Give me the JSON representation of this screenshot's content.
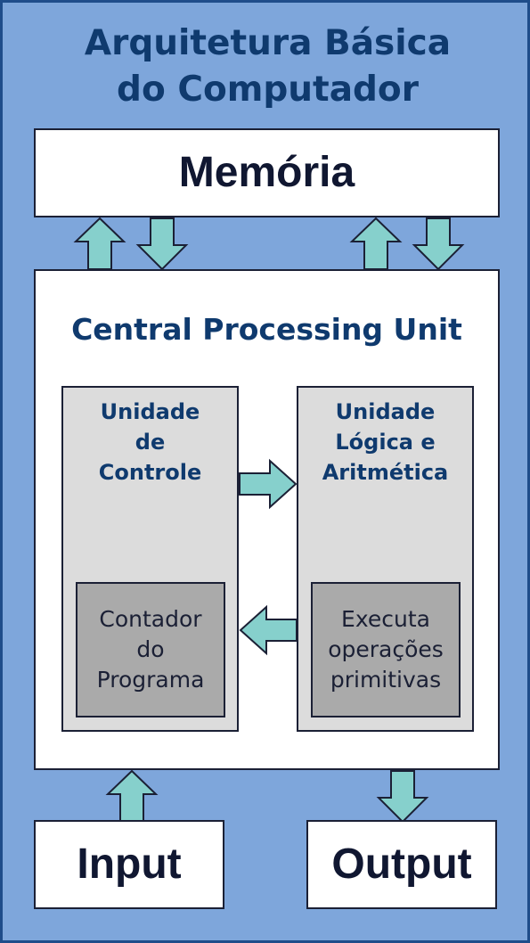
{
  "title": {
    "line1": "Arquitetura Básica",
    "line2": "do Computador"
  },
  "memory": {
    "label": "Memória"
  },
  "cpu": {
    "title": "Central Processing Unit",
    "control_unit": {
      "title": [
        "Unidade",
        "de",
        "Controle"
      ],
      "sub": [
        "Contador",
        "do",
        "Programa"
      ]
    },
    "alu": {
      "title": [
        "Unidade",
        "Lógica e",
        "Aritmética"
      ],
      "sub": [
        "Executa",
        "operações",
        "primitivas"
      ]
    }
  },
  "input": {
    "label": "Input"
  },
  "output": {
    "label": "Output"
  },
  "colors": {
    "background": "#7ea6db",
    "title_text": "#0f3a6e",
    "box_text": "#101731",
    "arrow_fill": "#86d0cc",
    "unit_fill": "#dcdcdc",
    "sub_fill": "#aaaaaa"
  }
}
